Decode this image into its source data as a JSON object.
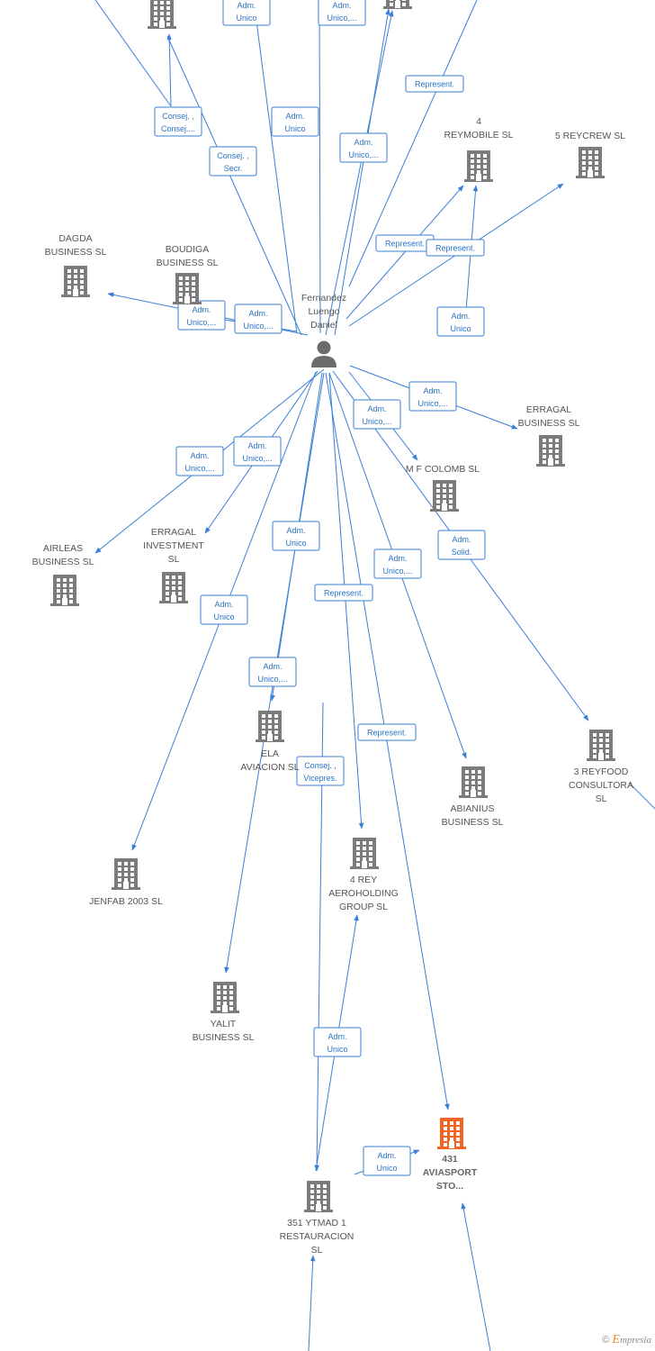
{
  "colors": {
    "edge": "#3a7fd5",
    "label_border": "#3a7fd5",
    "label_text": "#2a73c5",
    "company": "#7b7b7b",
    "highlight": "#f26522",
    "person": "#6b6b6b"
  },
  "footer": {
    "copyright": "©",
    "brand_initial": "E",
    "brand_rest": "mpresia"
  },
  "nodes": [
    {
      "id": "top1",
      "type": "company",
      "icon": "building-icon",
      "lines": []
    },
    {
      "id": "top2",
      "type": "company",
      "icon": "building-icon",
      "lines": []
    },
    {
      "id": "reymobile",
      "type": "company",
      "icon": "building-icon",
      "lines": [
        "4",
        "REYMOBILE  SL"
      ]
    },
    {
      "id": "reycrew",
      "type": "company",
      "icon": "building-icon",
      "lines": [
        "5 REYCREW  SL"
      ]
    },
    {
      "id": "dagda",
      "type": "company",
      "icon": "building-icon",
      "lines": [
        "DAGDA",
        "BUSINESS  SL"
      ]
    },
    {
      "id": "boudiga",
      "type": "company",
      "icon": "building-icon",
      "lines": [
        "BOUDIGA",
        "BUSINESS  SL"
      ]
    },
    {
      "id": "person",
      "type": "person",
      "icon": "person-icon",
      "lines": [
        "Fernandez",
        "Luengo",
        "Daniel"
      ]
    },
    {
      "id": "erragal_b",
      "type": "company",
      "icon": "building-icon",
      "lines": [
        "ERRAGAL",
        "BUSINESS  SL"
      ]
    },
    {
      "id": "mfcolomb",
      "type": "company",
      "icon": "building-icon",
      "lines": [
        "M F COLOMB SL"
      ]
    },
    {
      "id": "airleas",
      "type": "company",
      "icon": "building-icon",
      "lines": [
        "AIRLEAS",
        "BUSINESS  SL"
      ]
    },
    {
      "id": "erragal_i",
      "type": "company",
      "icon": "building-icon",
      "lines": [
        "ERRAGAL",
        "INVESTMENT",
        "SL"
      ]
    },
    {
      "id": "ela",
      "type": "company",
      "icon": "building-icon",
      "lines": [
        "ELA",
        "AVIACION SL"
      ]
    },
    {
      "id": "reyfood",
      "type": "company",
      "icon": "building-icon",
      "lines": [
        "3 REYFOOD",
        "CONSULTORA",
        "SL"
      ]
    },
    {
      "id": "abianius",
      "type": "company",
      "icon": "building-icon",
      "lines": [
        "ABIANIUS",
        "BUSINESS  SL"
      ]
    },
    {
      "id": "jenfab",
      "type": "company",
      "icon": "building-icon",
      "lines": [
        "JENFAB 2003 SL"
      ]
    },
    {
      "id": "aeroholding",
      "type": "company",
      "icon": "building-icon",
      "lines": [
        "4 REY",
        "AEROHOLDING",
        "GROUP  SL"
      ]
    },
    {
      "id": "yalit",
      "type": "company",
      "icon": "building-icon",
      "lines": [
        "YALIT",
        "BUSINESS  SL"
      ]
    },
    {
      "id": "aviasport",
      "type": "company",
      "icon": "building-icon",
      "highlight": true,
      "lines": [
        "431",
        "AVIASPORT",
        "STO..."
      ]
    },
    {
      "id": "ytmad",
      "type": "company",
      "icon": "building-icon",
      "lines": [
        "351 YTMAD 1",
        "RESTAURACION",
        "SL"
      ]
    }
  ],
  "edge_labels": [
    [
      "Adm.",
      "Unico"
    ],
    [
      "Adm.",
      "Unico,..."
    ],
    [
      "Consej. ,",
      "Consej...."
    ],
    [
      "Consej. ,",
      "Secr."
    ],
    [
      "Adm.",
      "Unico"
    ],
    [
      "Adm.",
      "Unico,..."
    ],
    [
      "Represent."
    ],
    [
      "Represent."
    ],
    [
      "Represent."
    ],
    [
      "Adm.",
      "Unico,..."
    ],
    [
      "Adm.",
      "Unico,..."
    ],
    [
      "Adm.",
      "Unico"
    ],
    [
      "Adm.",
      "Unico,..."
    ],
    [
      "Adm.",
      "Unico,..."
    ],
    [
      "Adm.",
      "Unico,..."
    ],
    [
      "Adm.",
      "Unico,..."
    ],
    [
      "Adm.",
      "Solid."
    ],
    [
      "Adm.",
      "Unico"
    ],
    [
      "Represent."
    ],
    [
      "Adm.",
      "Unico,..."
    ],
    [
      "Adm.",
      "Unico"
    ],
    [
      "Adm.",
      "Unico,..."
    ],
    [
      "Represent."
    ],
    [
      "Consej. ,",
      "Vicepres."
    ],
    [
      "Adm.",
      "Unico"
    ],
    [
      "Adm.",
      "Unico"
    ]
  ]
}
